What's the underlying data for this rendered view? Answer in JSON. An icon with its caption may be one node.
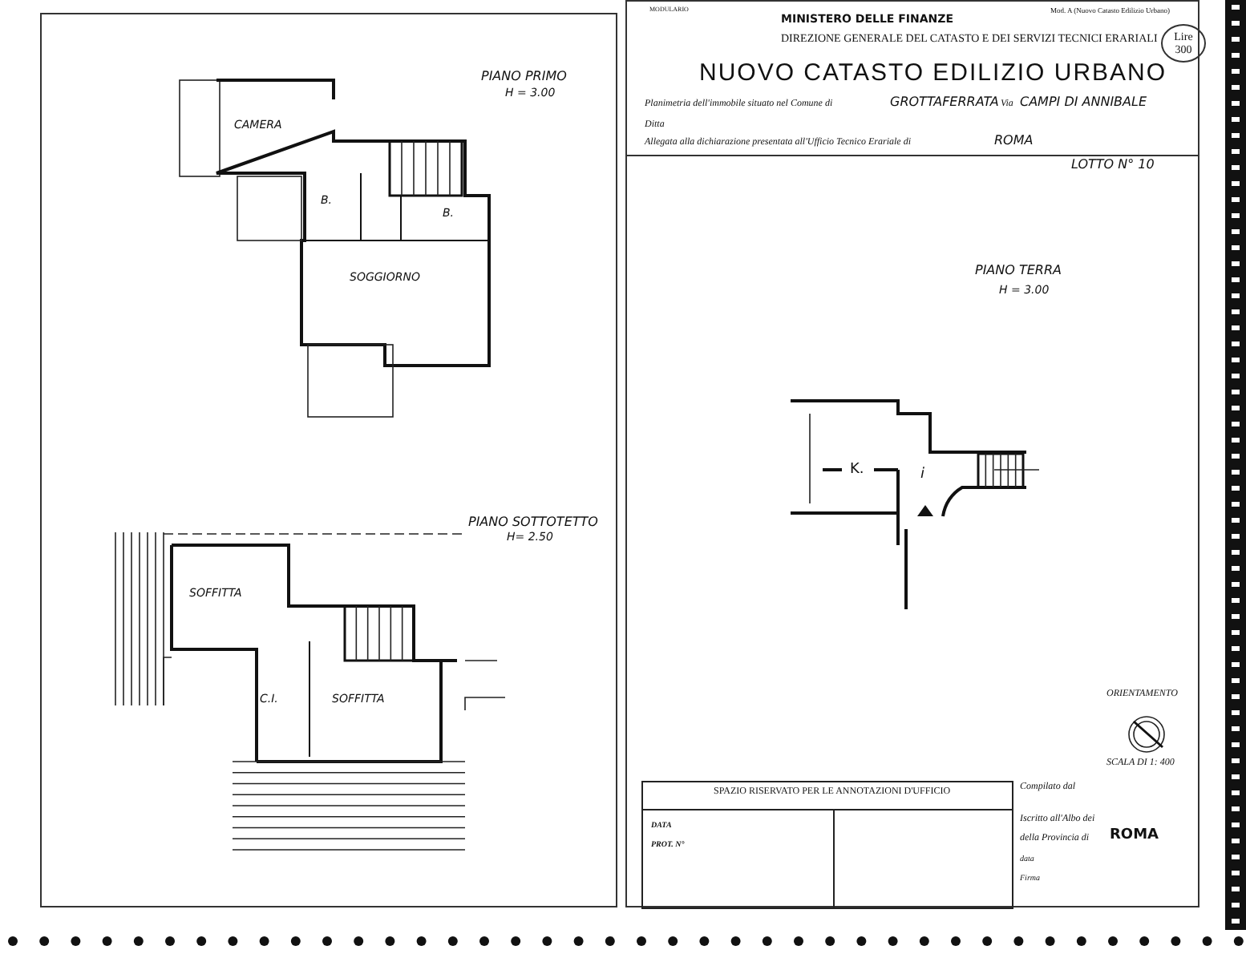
{
  "diagram": {
    "title": "NUOVO CATASTO EDILIZIO URBANO",
    "labels": [
      "PIANO PRIMO",
      "H = 3.00",
      "CAMERA",
      "B.",
      "B.",
      "SOGGIORNO",
      "PIANO SOTTOTETTO",
      "H= 2.50",
      "SOFFITTA",
      "C.I.",
      "SOFFITTA",
      "MODULARIO",
      "MINISTERO DELLE FINANZE",
      "Mod. A (Nuovo Catasto Edilizio Urbano)",
      "DIREZIONE GENERALE DEL CATASTO E DEI SERVIZI TECNICI ERARIALI",
      "Lire 300",
      "Planimetria dell'immobile situato nel Comune di",
      "GROTTAFERRATA",
      "Via",
      "CAMPI DI ANNIBALE",
      "Ditta",
      "Allegata alla dichiarazione presentata all'Ufficio Tecnico Erariale di",
      "ROMA",
      "LOTTO N° 10",
      "PIANO TERRA",
      "H = 3.00",
      "K.",
      "i",
      "ORIENTAMENTO",
      "SCALA DI 1: 400",
      "SPAZIO RISERVATO PER LE ANNOTAZIONI D'UFFICIO",
      "DATA",
      "PROT. N°",
      "Compilato dal",
      "Iscritto all'Albo dei",
      "della Provincia di",
      "ROMA",
      "data",
      "Firma"
    ]
  }
}
